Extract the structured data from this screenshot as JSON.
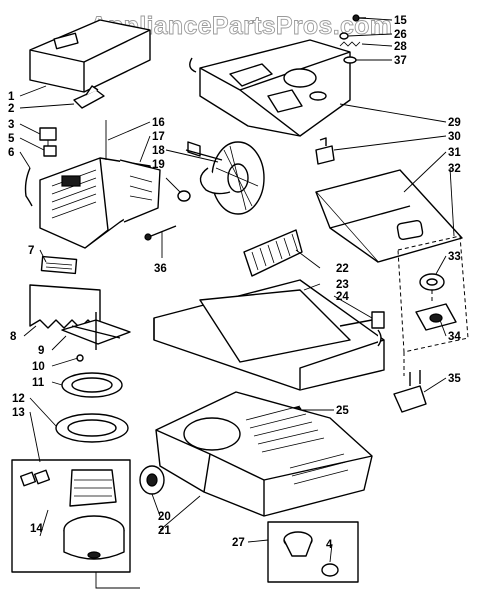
{
  "watermark": "AppliancePartsPros.com",
  "callouts": {
    "c1": "1",
    "c2": "2",
    "c3": "3",
    "c4": "4",
    "c5": "5",
    "c6": "6",
    "c7": "7",
    "c8": "8",
    "c9": "9",
    "c10": "10",
    "c11": "11",
    "c12": "12",
    "c13": "13",
    "c14": "14",
    "c15": "15",
    "c16": "16",
    "c17": "17",
    "c18": "18",
    "c19": "19",
    "c20": "20",
    "c21": "21",
    "c22": "22",
    "c23": "23",
    "c24": "24",
    "c25": "25",
    "c26": "26",
    "c27": "27",
    "c28": "28",
    "c29": "29",
    "c30": "30",
    "c31": "31",
    "c32": "32",
    "c33": "33",
    "c34": "34",
    "c35": "35",
    "c36": "36",
    "c37": "37"
  }
}
